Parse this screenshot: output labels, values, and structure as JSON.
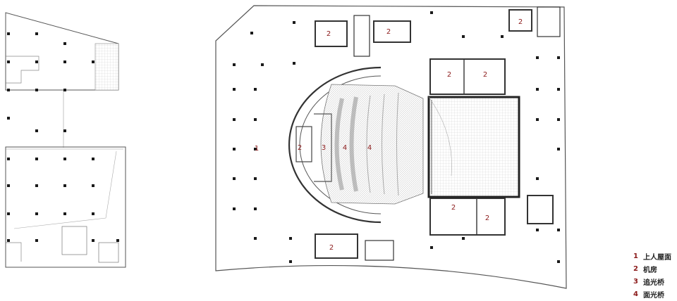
{
  "legend": {
    "items": [
      {
        "num": "1",
        "label": "上人屋面"
      },
      {
        "num": "2",
        "label": "机房"
      },
      {
        "num": "3",
        "label": "追光桥"
      },
      {
        "num": "4",
        "label": "面光桥"
      }
    ]
  },
  "plan_labels": {
    "roof": "1",
    "machine_room": "2",
    "follow_spot_bridge": "3",
    "face_light_bridge": "4"
  },
  "colors": {
    "label": "#8b1a1a",
    "wall": "#333333",
    "column": "#1a1a1a",
    "hatch": "#d9d9d9"
  }
}
